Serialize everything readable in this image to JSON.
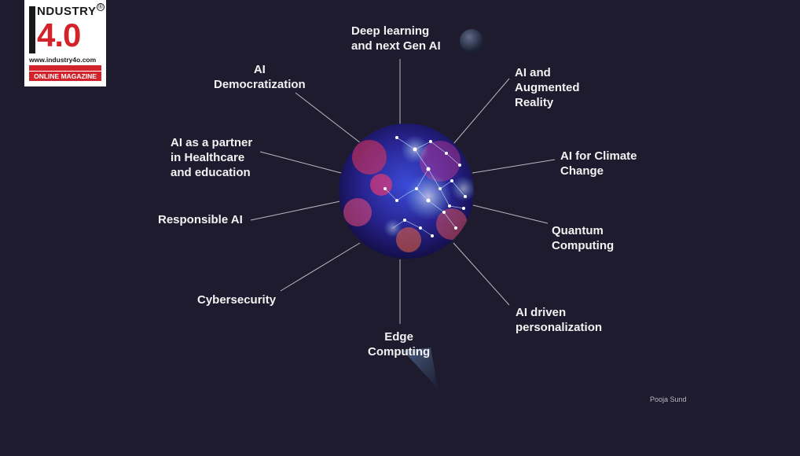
{
  "logo": {
    "letter_i": "I",
    "word": "NDUSTRY",
    "version": "4.0",
    "registered": "®",
    "url": "www.industry4o.com",
    "badge": "ONLINE MAGAZINE"
  },
  "hub": {
    "description": "AI sphere image"
  },
  "topics": [
    {
      "id": "deep-learning",
      "label": "Deep learning\nand next Gen AI"
    },
    {
      "id": "augmented-reality",
      "label": "AI and\nAugmented\nReality"
    },
    {
      "id": "climate-change",
      "label": "AI for Climate\nChange"
    },
    {
      "id": "quantum-computing",
      "label": "Quantum\nComputing"
    },
    {
      "id": "personalization",
      "label": "AI driven\npersonalization"
    },
    {
      "id": "edge-computing",
      "label": "Edge\nComputing"
    },
    {
      "id": "cybersecurity",
      "label": "Cybersecurity"
    },
    {
      "id": "responsible-ai",
      "label": "Responsible AI"
    },
    {
      "id": "healthcare-education",
      "label": "AI as a partner\nin Healthcare\nand education"
    },
    {
      "id": "democratization",
      "label": "AI\nDemocratization"
    }
  ],
  "credit": "Pooja Sund",
  "colors": {
    "background": "#1e1b2e",
    "connector": "#b8b8c6",
    "label": "#f2f2f2",
    "logo_red": "#d3232a"
  }
}
